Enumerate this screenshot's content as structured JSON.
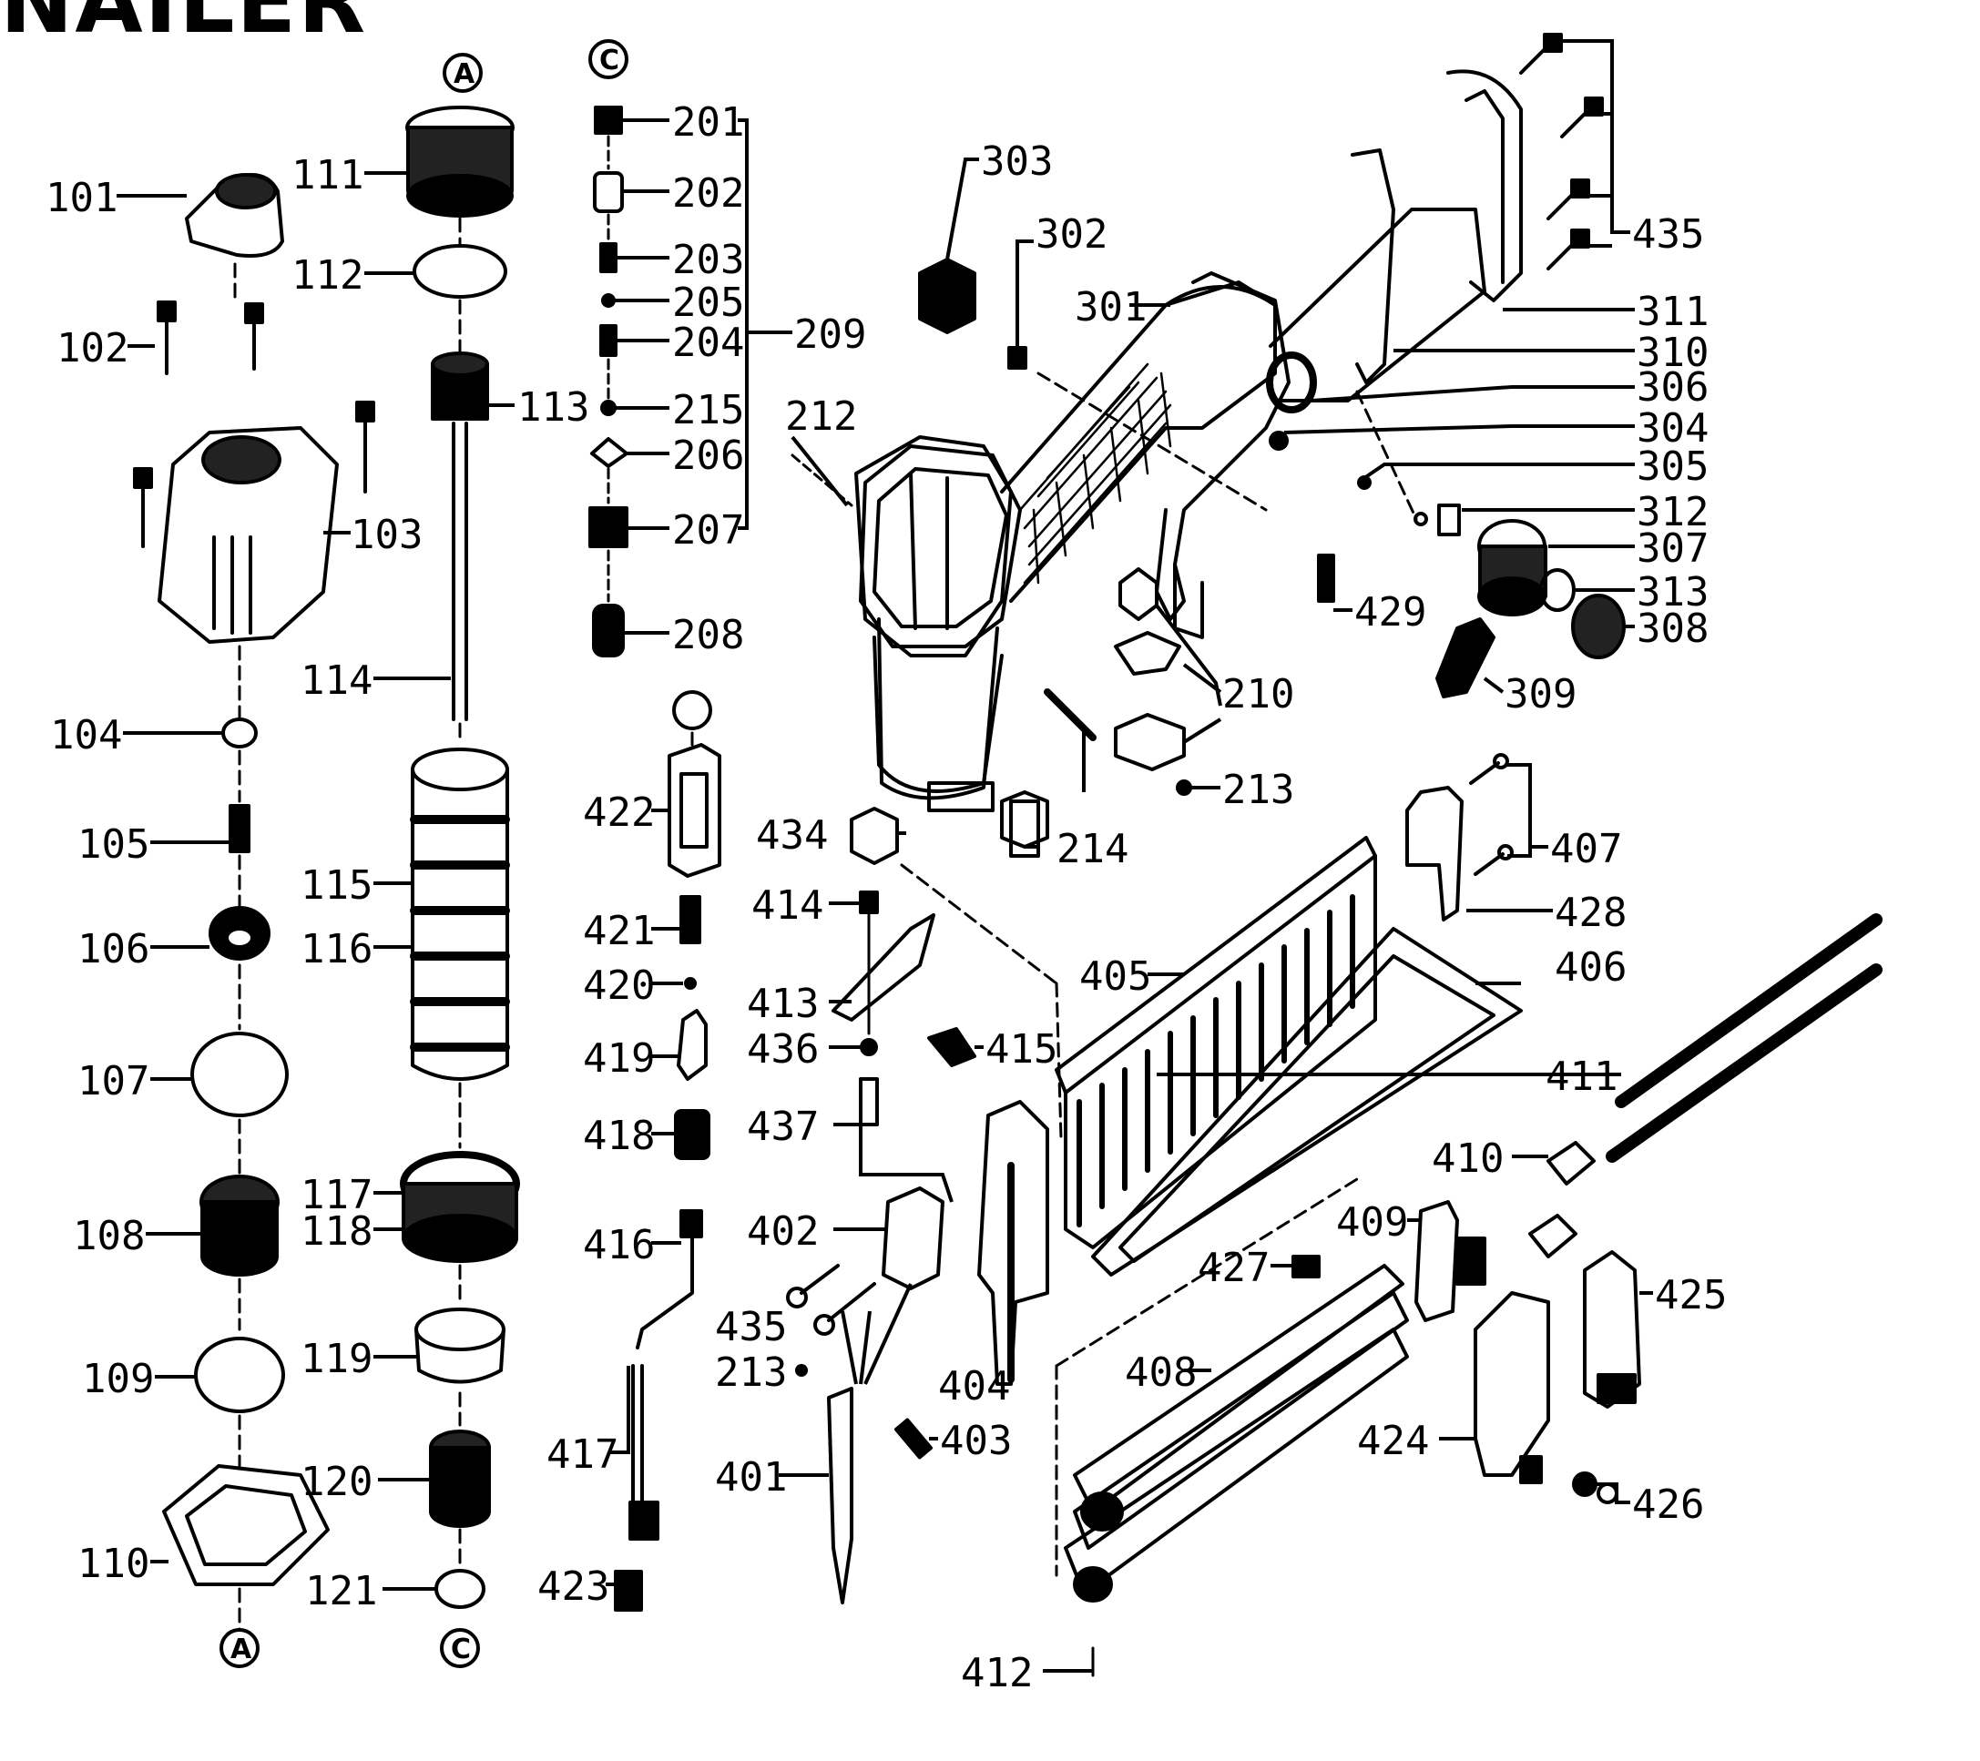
{
  "diagram": {
    "title": "NAILER",
    "connectors": {
      "A_top": "A",
      "A_bottom": "A",
      "C_top": "C",
      "C_bottom": "C",
      "extra": ""
    },
    "labels": {
      "l101": "101",
      "l102": "102",
      "l103": "103",
      "l104": "104",
      "l105": "105",
      "l106": "106",
      "l107": "107",
      "l108": "108",
      "l109": "109",
      "l110": "110",
      "l111": "111",
      "l112": "112",
      "l113": "113",
      "l114": "114",
      "l115": "115",
      "l116": "116",
      "l117": "117",
      "l118": "118",
      "l119": "119",
      "l120": "120",
      "l121": "121",
      "l201": "201",
      "l202": "202",
      "l203": "203",
      "l205": "205",
      "l204": "204",
      "l209": "209",
      "l215": "215",
      "l206": "206",
      "l207": "207",
      "l208": "208",
      "l210": "210",
      "l212": "212",
      "l213a": "213",
      "l213b": "213",
      "l214": "214",
      "l301": "301",
      "l302": "302",
      "l303": "303",
      "l304": "304",
      "l305": "305",
      "l306": "306",
      "l307": "307",
      "l308": "308",
      "l309": "309",
      "l310": "310",
      "l311": "311",
      "l312": "312",
      "l313": "313",
      "l401": "401",
      "l402": "402",
      "l403": "403",
      "l404": "404",
      "l405": "405",
      "l406": "406",
      "l407": "407",
      "l408": "408",
      "l409": "409",
      "l410": "410",
      "l411": "411",
      "l412": "412",
      "l413": "413",
      "l414": "414",
      "l415": "415",
      "l416": "416",
      "l417": "417",
      "l418": "418",
      "l419": "419",
      "l420": "420",
      "l421": "421",
      "l422": "422",
      "l423": "423",
      "l424": "424",
      "l425": "425",
      "l426": "426",
      "l427": "427",
      "l428": "428",
      "l429": "429",
      "l434": "434",
      "l435a": "435",
      "l435b": "435",
      "l436": "436",
      "l437": "437"
    }
  }
}
